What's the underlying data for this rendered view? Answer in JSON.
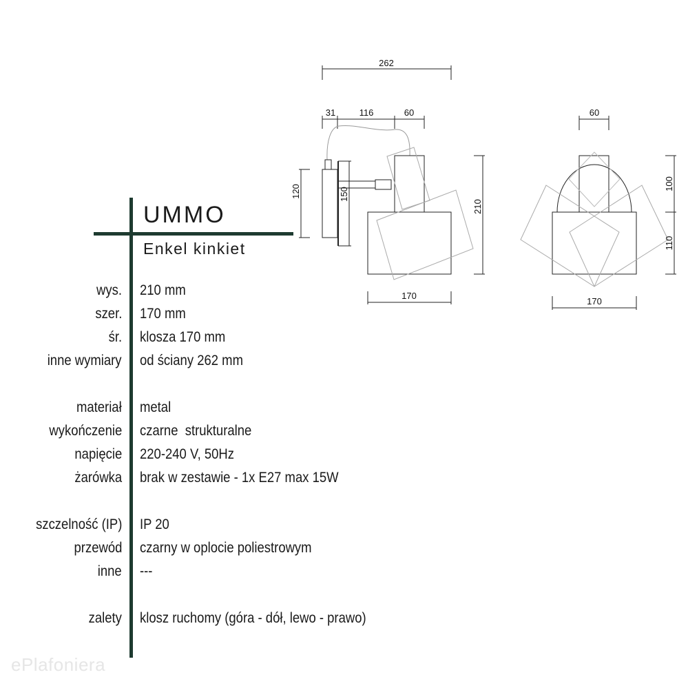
{
  "product": {
    "name": "UMMO",
    "subtitle": "Enkel kinkiet"
  },
  "specs": [
    {
      "label": "wys.",
      "value": "210 mm"
    },
    {
      "label": "szer.",
      "value": "170 mm"
    },
    {
      "label": "śr.",
      "value": "klosza 170 mm"
    },
    {
      "label": "inne wymiary",
      "value": "od ściany 262 mm"
    },
    {
      "label": "materiał",
      "value": "metal"
    },
    {
      "label": "wykończenie",
      "value": "czarne  strukturalne"
    },
    {
      "label": "napięcie",
      "value": "220-240 V, 50Hz"
    },
    {
      "label": "żarówka",
      "value": "brak w zestawie - 1x E27 max 15W"
    },
    {
      "label": "szczelność (IP)",
      "value": "IP 20"
    },
    {
      "label": "przewód",
      "value": "czarny w oplocie poliestrowym"
    },
    {
      "label": "inne",
      "value": "---"
    },
    {
      "label": "zalety",
      "value": "klosz ruchomy (góra - dół, lewo - prawo)"
    }
  ],
  "drawing": {
    "side": {
      "total_depth": "262",
      "d1": "31",
      "d2": "116",
      "d3": "60",
      "plate_h": "120",
      "mount_h": "150",
      "height": "210",
      "width": "170"
    },
    "front": {
      "stem_w": "60",
      "upper_h": "100",
      "lower_h": "110",
      "width": "170"
    }
  },
  "watermark": "ePlafoniera",
  "colors": {
    "accent": "#1e3b30"
  }
}
